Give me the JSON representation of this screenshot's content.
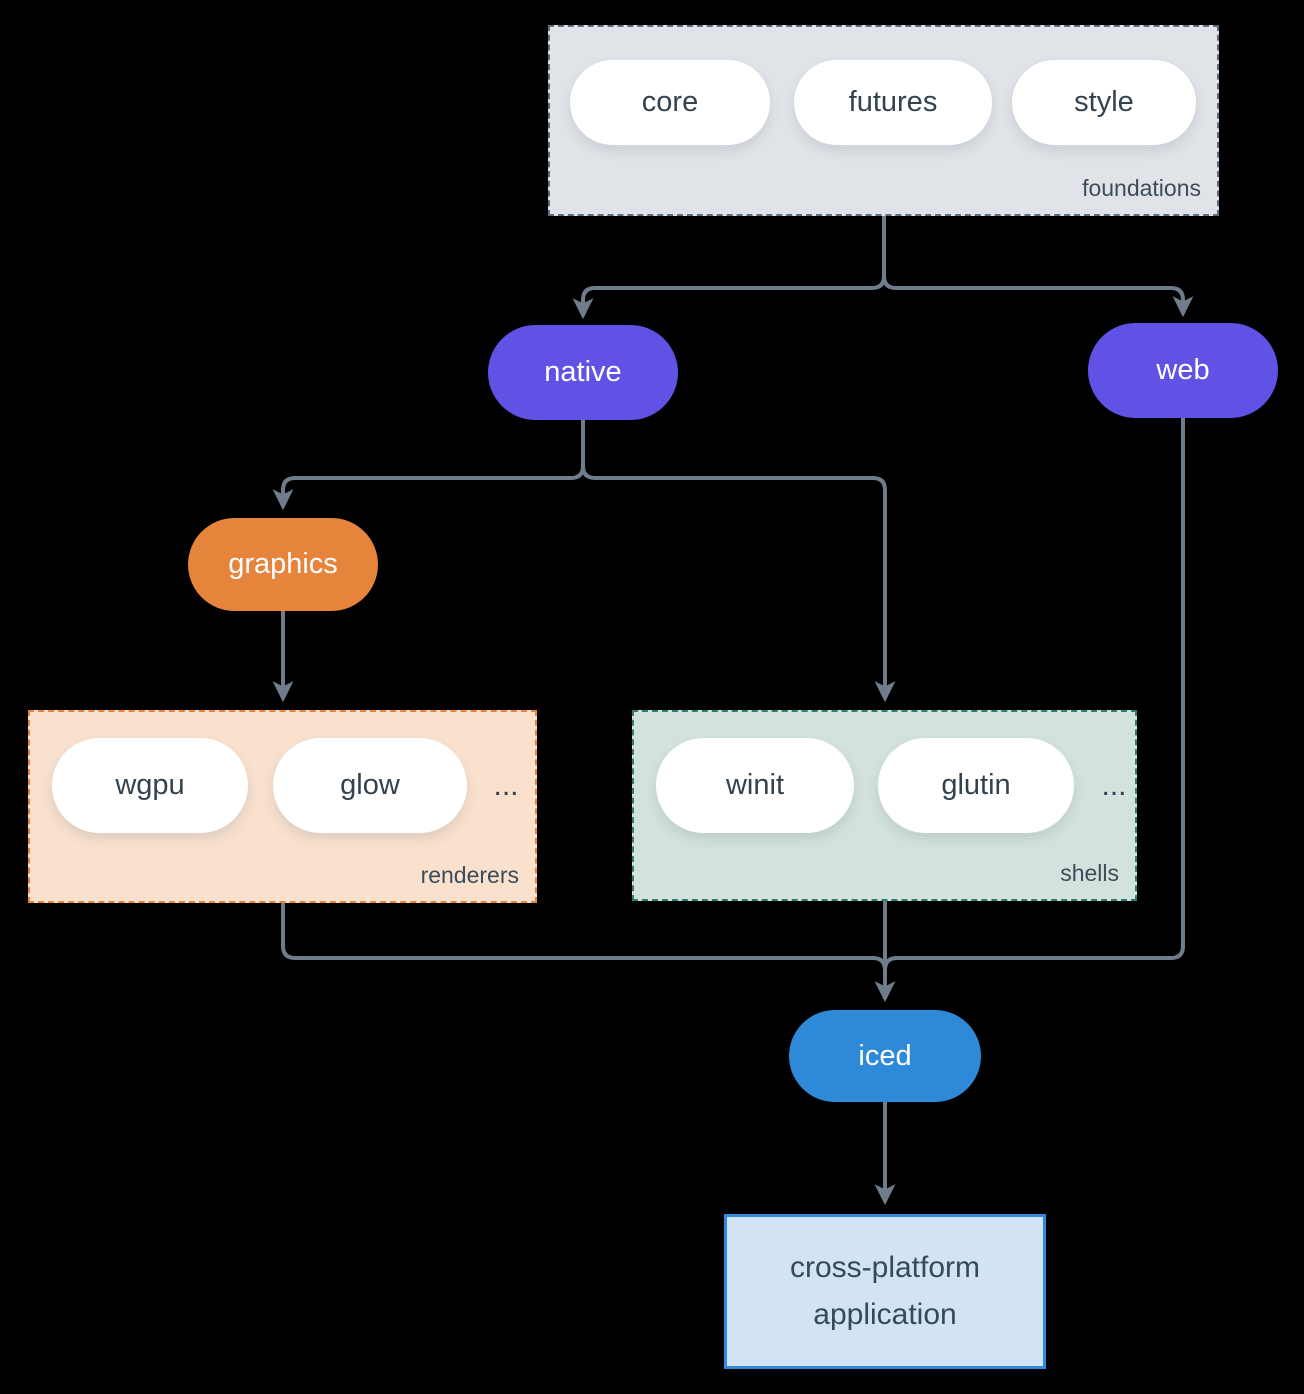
{
  "foundations": {
    "label": "foundations",
    "items": [
      "core",
      "futures",
      "style"
    ]
  },
  "native": {
    "label": "native"
  },
  "web": {
    "label": "web"
  },
  "graphics": {
    "label": "graphics"
  },
  "renderers": {
    "label": "renderers",
    "items": [
      "wgpu",
      "glow"
    ],
    "more": "..."
  },
  "shells": {
    "label": "shells",
    "items": [
      "winit",
      "glutin"
    ],
    "more": "..."
  },
  "iced": {
    "label": "iced"
  },
  "application": {
    "label": "cross-platform application"
  },
  "edges": [
    {
      "from": "foundations",
      "to": "native"
    },
    {
      "from": "foundations",
      "to": "web"
    },
    {
      "from": "native",
      "to": "graphics"
    },
    {
      "from": "native",
      "to": "shells"
    },
    {
      "from": "graphics",
      "to": "renderers"
    },
    {
      "from": "renderers",
      "to": "iced"
    },
    {
      "from": "shells",
      "to": "iced"
    },
    {
      "from": "web",
      "to": "iced"
    },
    {
      "from": "iced",
      "to": "application"
    }
  ],
  "colors": {
    "background": "#000000",
    "arrow": "#6e7c8c",
    "foundations_fill": "#e0e4e8",
    "foundations_border": "#5f6d7b",
    "renderers_fill": "#f9e1ce",
    "renderers_border": "#e5823b",
    "shells_fill": "#d3e2dc",
    "shells_border": "#2e7d6f",
    "native_fill": "#6152e6",
    "web_fill": "#6152e6",
    "graphics_fill": "#e6843c",
    "iced_fill": "#2e89d9",
    "application_fill": "#d3e3f6",
    "application_border": "#3487dc",
    "pill_fill": "#ffffff",
    "text_dark": "#33424f",
    "text_light": "#ffffff"
  }
}
